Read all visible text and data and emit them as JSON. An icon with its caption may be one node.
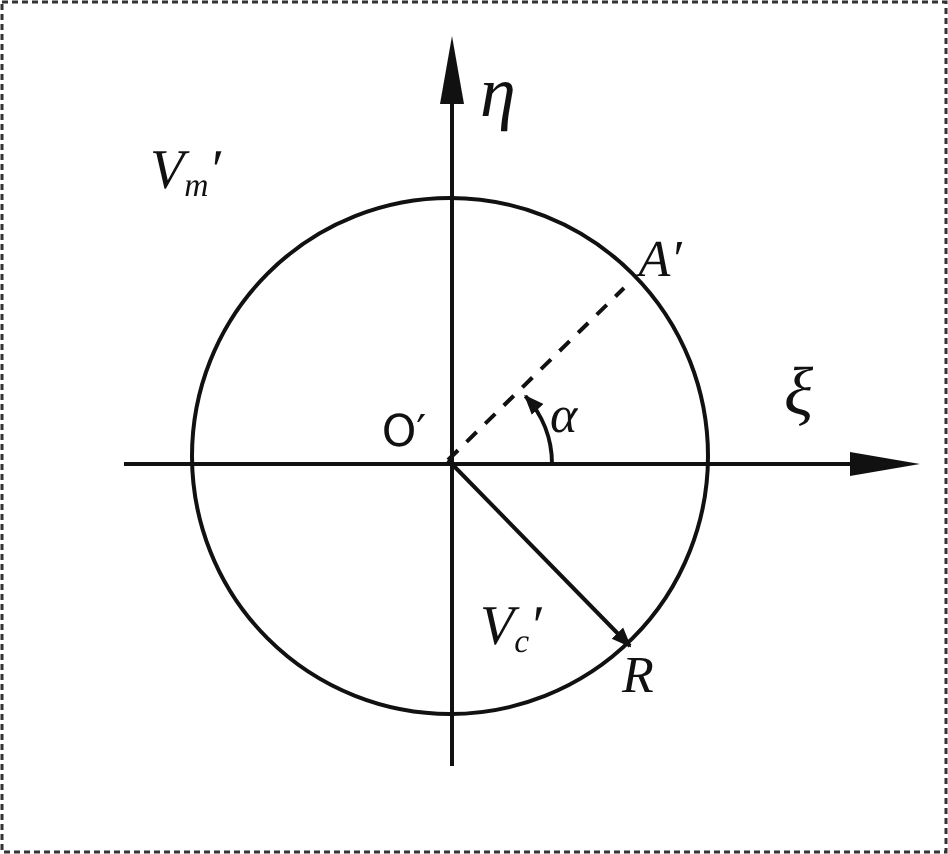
{
  "diagram": {
    "nodes": [
      {
        "text": [
          "O′"
        ]
      },
      {
        "text": [
          "A′"
        ]
      },
      {
        "text": [
          "R"
        ]
      }
    ],
    "edges": [
      {
        "from": 0,
        "to": 1,
        "arrow": "none",
        "style": "dashed"
      },
      {
        "from": 0,
        "to": 2,
        "arrow": "to"
      }
    ],
    "labels": [
      "η",
      "V$_{m}$′",
      "α",
      "ξ",
      "V$_{c}$′"
    ]
  }
}
